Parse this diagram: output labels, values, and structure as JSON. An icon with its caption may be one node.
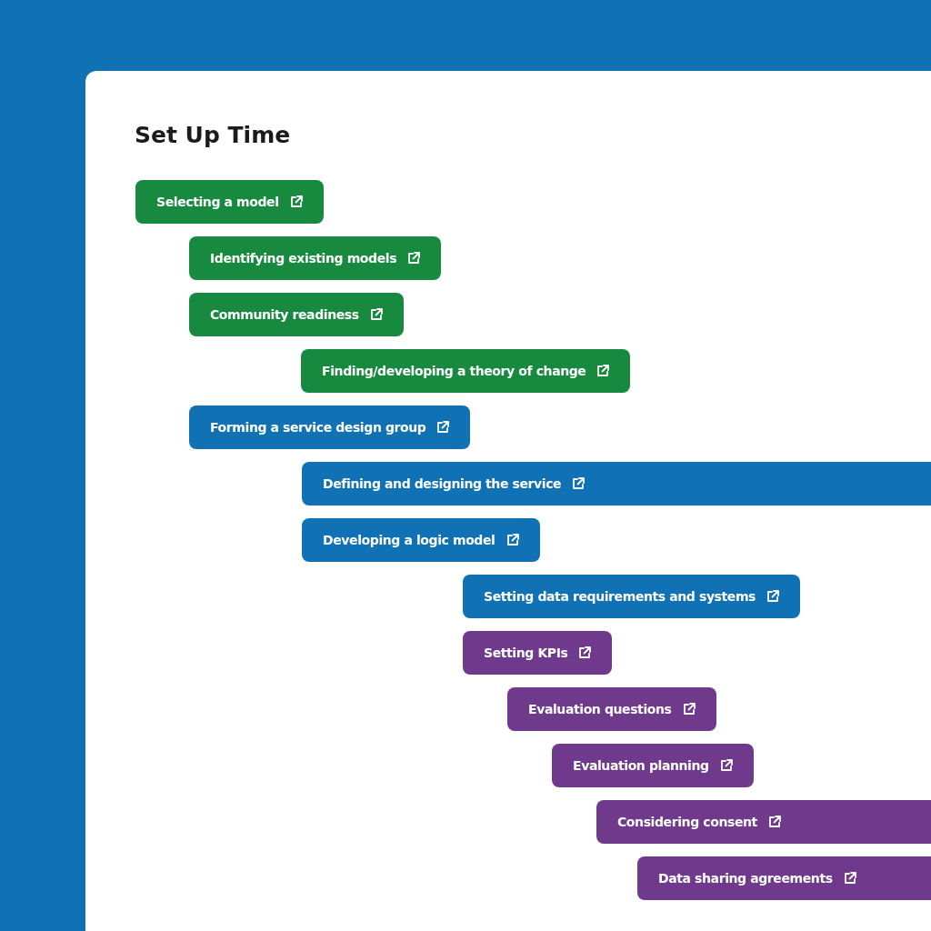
{
  "diagram": {
    "title": "Set Up Time",
    "nodes": [
      {
        "text": [
          "Selecting a model"
        ]
      },
      {
        "text": [
          "Identifying existing models"
        ]
      },
      {
        "text": [
          "Community readiness"
        ]
      },
      {
        "text": [
          "Finding/developing a theory of change"
        ]
      },
      {
        "text": [
          "Forming a service design group"
        ]
      },
      {
        "text": [
          "Defining and designing the service"
        ]
      },
      {
        "text": [
          "Developing a logic model"
        ]
      },
      {
        "text": [
          "Setting data requirements and systems"
        ]
      },
      {
        "text": [
          "Setting KPIs"
        ]
      },
      {
        "text": [
          "Evaluation questions"
        ]
      },
      {
        "text": [
          "Evaluation planning"
        ]
      },
      {
        "text": [
          "Considering consent"
        ]
      },
      {
        "text": [
          "Data sharing agreements"
        ]
      }
    ]
  }
}
